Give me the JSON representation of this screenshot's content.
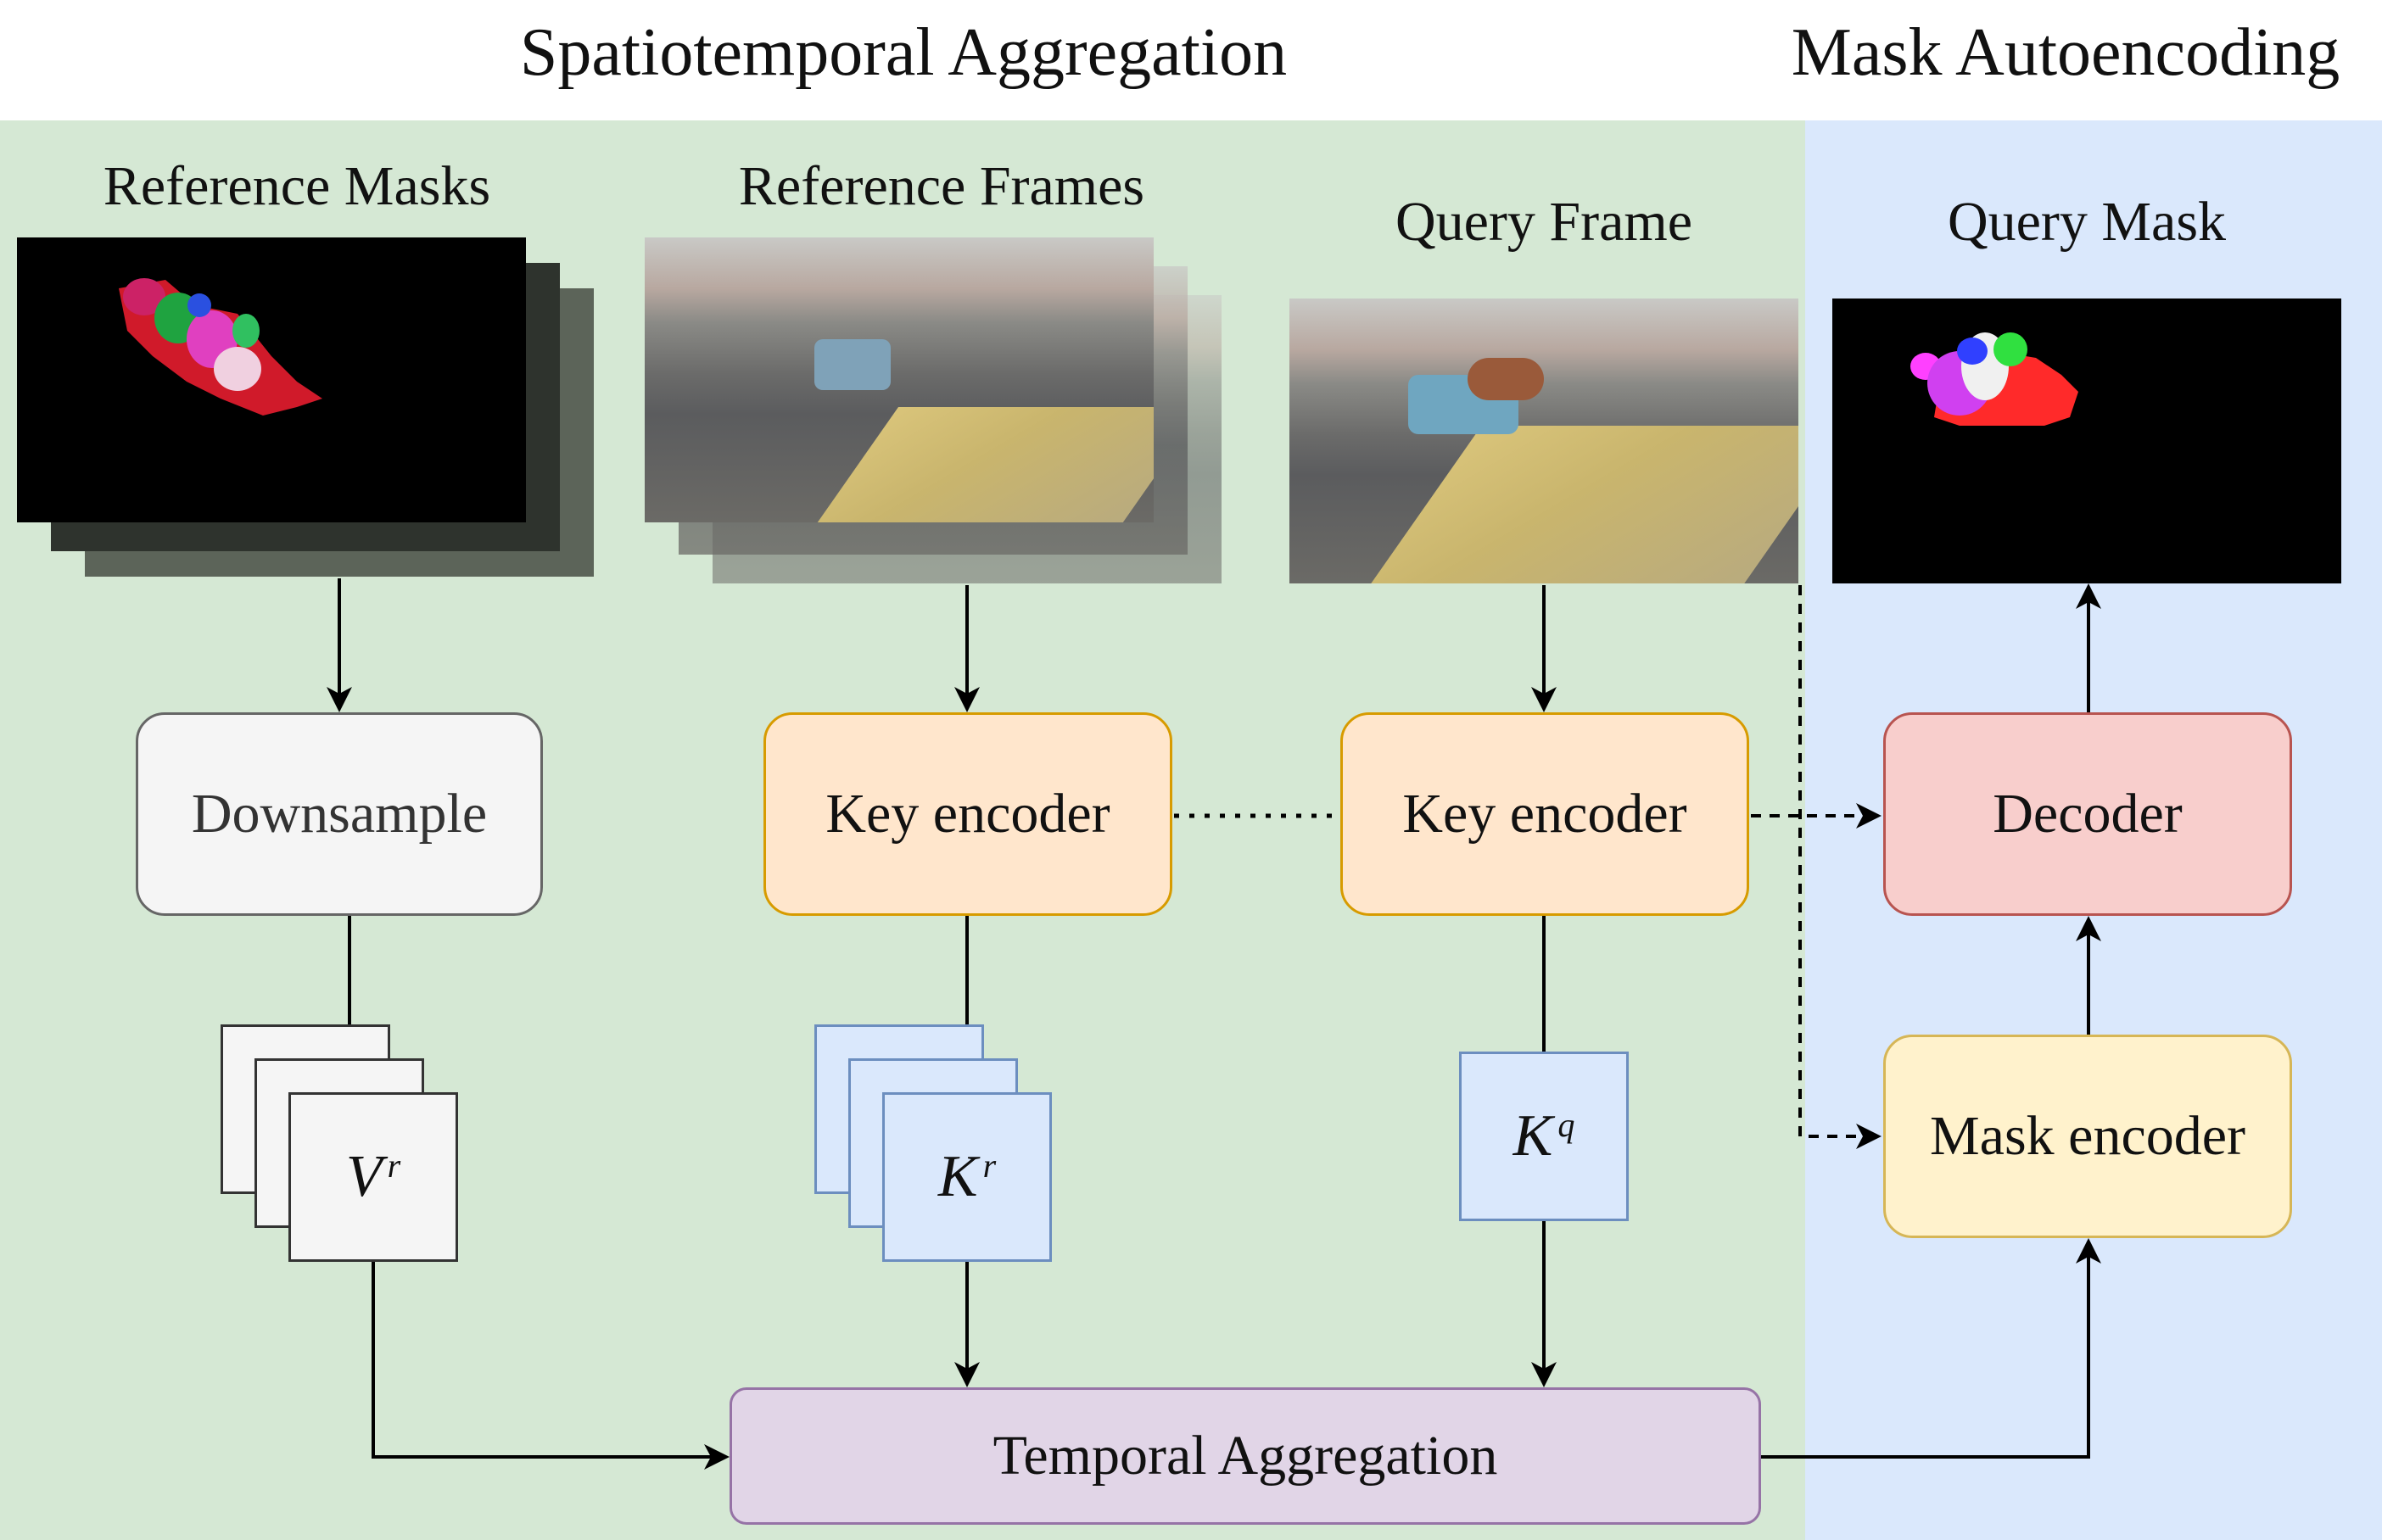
{
  "sections": {
    "left_title": "Spatiotemporal Aggregation",
    "right_title": "Mask Autoencoding"
  },
  "image_labels": {
    "reference_masks": "Reference Masks",
    "reference_frames": "Reference Frames",
    "query_frame": "Query Frame",
    "query_mask": "Query Mask"
  },
  "blocks": {
    "downsample": "Downsample",
    "key_encoder_ref": "Key encoder",
    "key_encoder_query": "Key encoder",
    "decoder": "Decoder",
    "mask_encoder": "Mask encoder",
    "temporal_aggregation": "Temporal Aggregation"
  },
  "features": {
    "v_ref": {
      "base": "V",
      "sup": "r"
    },
    "k_ref": {
      "base": "K",
      "sup": "r"
    },
    "k_query": {
      "base": "K",
      "sup": "q"
    }
  },
  "colors": {
    "green_panel": "#d5e8d4",
    "blue_panel": "#dae8fc",
    "gray_block": "#f5f5f5",
    "orange_block": "#ffe6cc",
    "red_block": "#f8cecc",
    "yellow_block": "#fff2cc",
    "purple_block": "#e1d5e7"
  }
}
